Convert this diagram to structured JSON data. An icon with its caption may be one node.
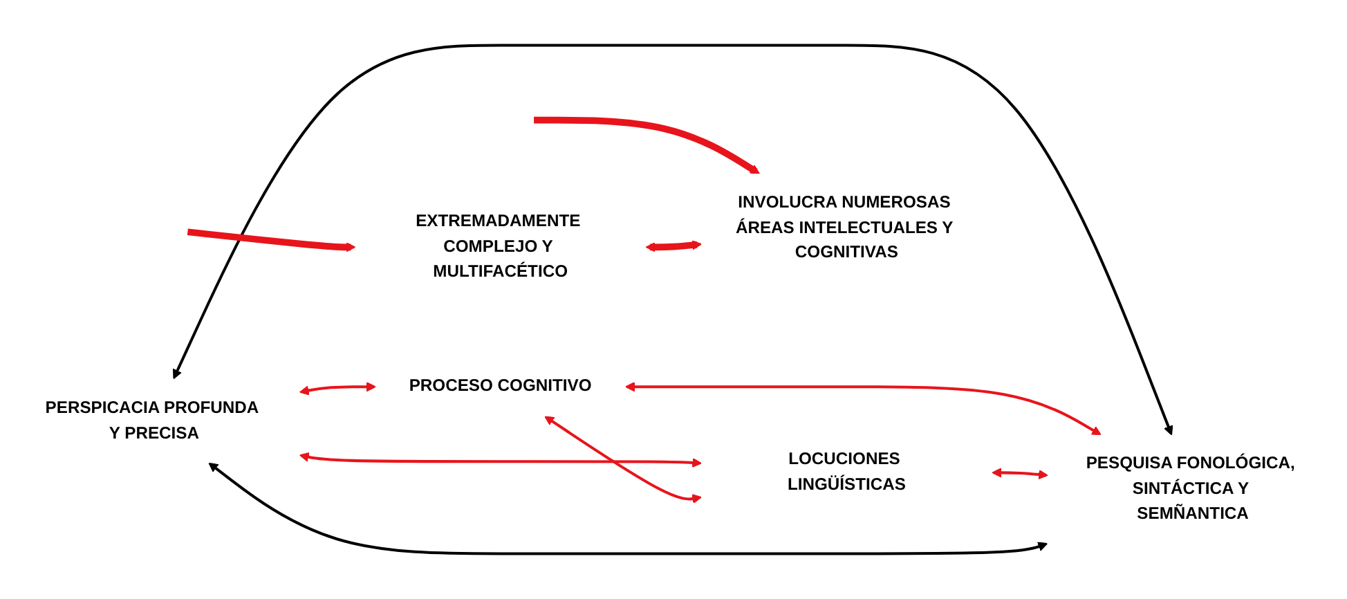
{
  "diagram": {
    "nodes": [
      {
        "text": [
          "PERSPICACIA PROFUNDA Y PRECISA"
        ]
      },
      {
        "text": [
          "PROCESO COGNITIVO"
        ]
      },
      {
        "text": [
          "LOCUCIONES LINGÜÍSTICAS"
        ]
      },
      {
        "text": [
          "PESQUISA FONOLÓGICA, SINTÁCTICA Y SEMÑANTICA"
        ]
      },
      {
        "text": [
          "EXTREMADAMENTE COMPLEJO Y MULTIFACÉTICO"
        ]
      },
      {
        "text": [
          "INVOLUCRA NUMEROSAS ÁREAS INTELECTUALES Y COGNITIVAS"
        ]
      }
    ],
    "edges": [
      {
        "from": 3,
        "to": 0,
        "arrow": "both",
        "color": "#000000"
      },
      {
        "from": 0,
        "to": 3,
        "arrow": "both",
        "color": "#000000"
      },
      {
        "from": 0,
        "to": 1,
        "arrow": "both"
      },
      {
        "from": 0,
        "to": 2,
        "arrow": "both"
      },
      {
        "from": 1,
        "to": 2,
        "arrow": "both"
      },
      {
        "from": 1,
        "to": 3,
        "arrow": "both"
      },
      {
        "from": 2,
        "to": 3,
        "arrow": "both"
      },
      {
        "from": null,
        "to": 4,
        "arrow": "to",
        "style": "thick"
      },
      {
        "from": null,
        "to": 5,
        "arrow": "to",
        "style": "thick"
      },
      {
        "from": 4,
        "to": 5,
        "arrow": "both",
        "style": "thick"
      }
    ]
  }
}
